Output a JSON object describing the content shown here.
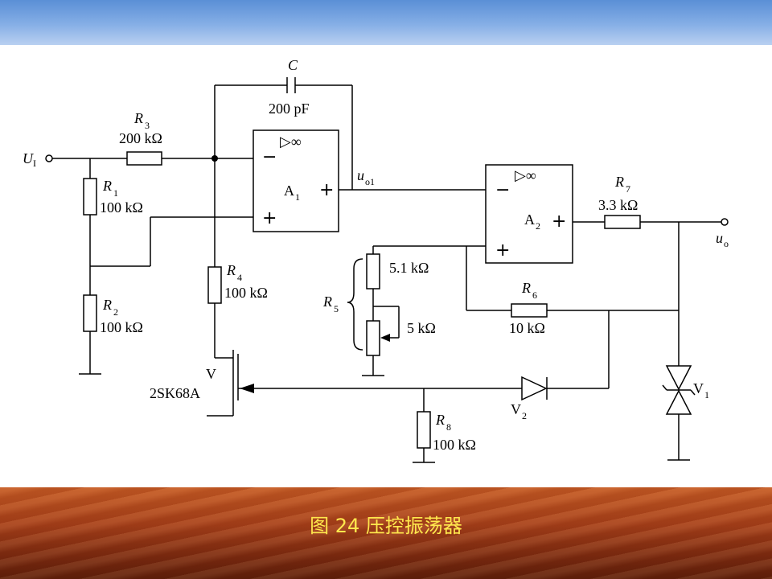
{
  "caption": "图 24  压控振荡器",
  "input": {
    "label": "U",
    "sub": "I"
  },
  "output": {
    "label": "u",
    "sub": "o"
  },
  "node_uo1": {
    "label": "u",
    "sub": "o1"
  },
  "capacitor": {
    "name": "C",
    "value": "200 pF"
  },
  "resistors": {
    "r1": {
      "name": "R",
      "sub": "1",
      "value": "100 kΩ"
    },
    "r2": {
      "name": "R",
      "sub": "2",
      "value": "100 kΩ"
    },
    "r3": {
      "name": "R",
      "sub": "3",
      "value": "200 kΩ"
    },
    "r4": {
      "name": "R",
      "sub": "4",
      "value": "100 kΩ"
    },
    "r5": {
      "name": "R",
      "sub": "5",
      "value_fixed": "5.1 kΩ",
      "value_pot": "5 kΩ"
    },
    "r6": {
      "name": "R",
      "sub": "6",
      "value": "10 kΩ"
    },
    "r7": {
      "name": "R",
      "sub": "7",
      "value": "3.3 kΩ"
    },
    "r8": {
      "name": "R",
      "sub": "8",
      "value": "100 kΩ"
    }
  },
  "opamps": {
    "a1": {
      "name": "A",
      "sub": "1",
      "gain": "▷∞",
      "minus": "−",
      "plus": "+",
      "out": "+"
    },
    "a2": {
      "name": "A",
      "sub": "2",
      "gain": "▷∞",
      "minus": "−",
      "plus": "+",
      "out": "+"
    }
  },
  "transistor": {
    "name": "V",
    "part": "2SK68A"
  },
  "diode": {
    "name": "V",
    "sub": "2"
  },
  "zener": {
    "name": "V",
    "sub": "1"
  }
}
